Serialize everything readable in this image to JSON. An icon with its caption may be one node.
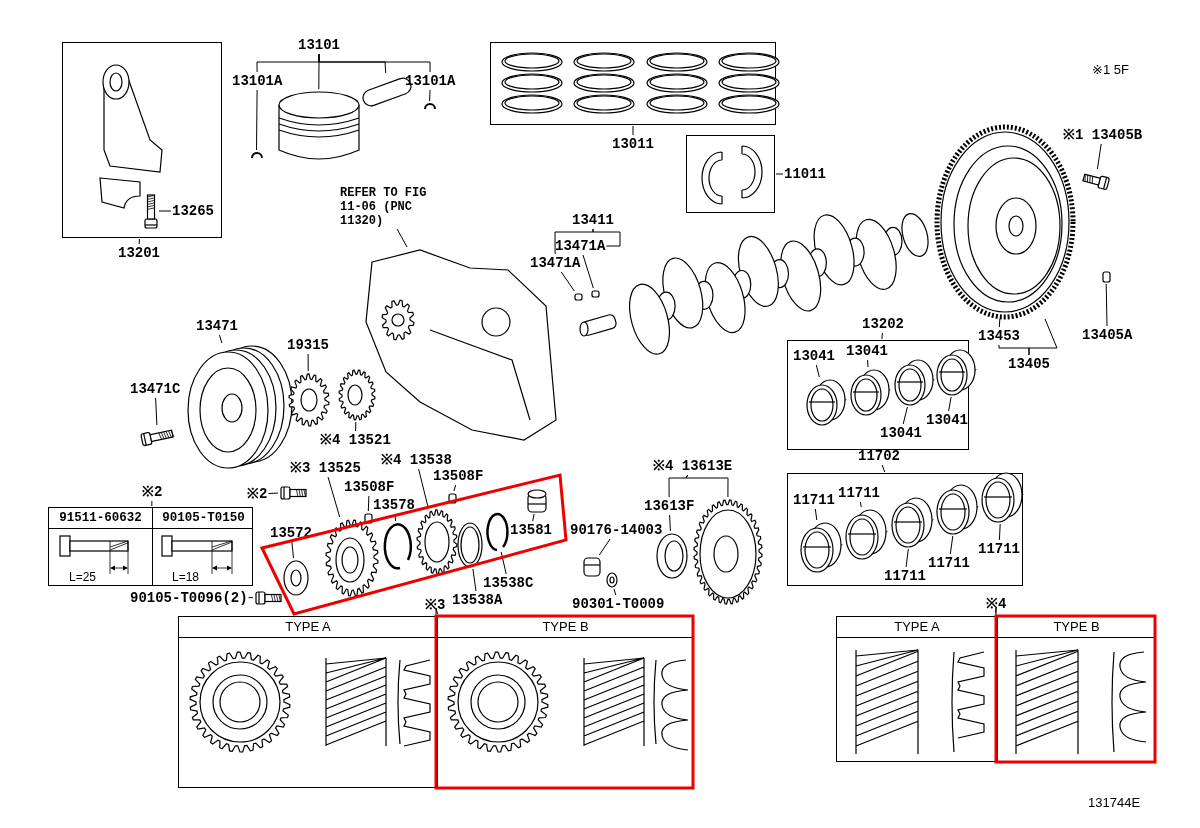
{
  "diagram": {
    "nodes": [
      {
        "text": [],
        "shape": "box"
      },
      {
        "text": [
          "13265"
        ],
        "in": 0
      },
      {
        "text": [
          "13201"
        ]
      },
      {
        "text": [
          "13101"
        ]
      },
      {
        "text": [
          "13101A"
        ]
      },
      {
        "text": [
          "13101A"
        ]
      },
      {
        "text": [
          "REFER TO FIG 11-06 (PNC 11320)"
        ]
      },
      {
        "text": [],
        "shape": "box"
      },
      {
        "text": [
          "13011"
        ]
      },
      {
        "text": [],
        "shape": "box"
      },
      {
        "text": [
          "11011"
        ]
      },
      {
        "text": [
          "13411"
        ]
      },
      {
        "text": [
          "13471A"
        ]
      },
      {
        "text": [
          "13471A"
        ]
      },
      {
        "text": [
          "※1 13405B"
        ]
      },
      {
        "text": [
          "13453"
        ]
      },
      {
        "text": [
          "13405A"
        ]
      },
      {
        "text": [
          "13405"
        ]
      },
      {
        "text": [
          "13202"
        ]
      },
      {
        "text": [],
        "shape": "box"
      },
      {
        "text": [
          "13041"
        ],
        "in": 19
      },
      {
        "text": [
          "13041"
        ],
        "in": 19
      },
      {
        "text": [
          "13041"
        ],
        "in": 19
      },
      {
        "text": [
          "13041"
        ],
        "in": 19
      },
      {
        "text": [
          "11702"
        ]
      },
      {
        "text": [],
        "shape": "box"
      },
      {
        "text": [
          "11711"
        ],
        "in": 25
      },
      {
        "text": [
          "11711"
        ],
        "in": 25
      },
      {
        "text": [
          "11711"
        ],
        "in": 25
      },
      {
        "text": [
          "11711"
        ],
        "in": 25
      },
      {
        "text": [
          "11711"
        ],
        "in": 25
      },
      {
        "text": [
          "13471"
        ]
      },
      {
        "text": [
          "13471C"
        ]
      },
      {
        "text": [
          "19315"
        ]
      },
      {
        "text": [
          "※4 13521"
        ]
      },
      {
        "text": [
          "※3 13525"
        ]
      },
      {
        "text": [
          "※4 13538"
        ]
      },
      {
        "text": [
          "13508F"
        ]
      },
      {
        "text": [
          "13508F"
        ]
      },
      {
        "text": [
          "13578"
        ]
      },
      {
        "text": [
          "13572"
        ]
      },
      {
        "text": [
          "※2"
        ]
      },
      {
        "text": [
          "13581"
        ]
      },
      {
        "text": [
          "13538C"
        ]
      },
      {
        "text": [
          "13538A"
        ]
      },
      {
        "text": [
          "90176-14003"
        ]
      },
      {
        "text": [
          "※4 13613E"
        ]
      },
      {
        "text": [
          "13613F"
        ]
      },
      {
        "text": [
          "90301-T0009"
        ]
      },
      {
        "text": [
          "※2"
        ]
      },
      {
        "text": [
          "91511-60632",
          "90105-T0150",
          "L=25",
          "L=18"
        ]
      },
      {
        "text": [
          "90105-T0096(2)"
        ]
      },
      {
        "text": [
          "※3"
        ]
      },
      {
        "text": [
          "TYPE A",
          "TYPE B"
        ]
      },
      {
        "text": [
          "※4"
        ]
      },
      {
        "text": [
          "TYPE A",
          "TYPE B"
        ]
      },
      {
        "text": [],
        "shape": "picture",
        "in": 0
      },
      {
        "text": [],
        "shape": "picture",
        "in": 0
      },
      {
        "text": [],
        "shape": "picture"
      },
      {
        "text": [],
        "shape": "cylinder"
      },
      {
        "text": [],
        "shape": "picture"
      },
      {
        "text": [],
        "shape": "picture"
      },
      {
        "text": [],
        "shape": "picture",
        "in": 7
      },
      {
        "text": [],
        "shape": "picture",
        "in": 9
      },
      {
        "text": [],
        "shape": "picture"
      },
      {
        "text": [],
        "shape": "picture"
      },
      {
        "text": [],
        "shape": "picture"
      },
      {
        "text": [],
        "shape": "cylinder"
      },
      {
        "text": [],
        "shape": "cylinder",
        "in": 19
      },
      {
        "text": [],
        "shape": "cylinder",
        "in": 19
      },
      {
        "text": [],
        "shape": "cylinder",
        "in": 19
      },
      {
        "text": [],
        "shape": "cylinder",
        "in": 19
      },
      {
        "text": [],
        "shape": "cylinder",
        "in": 25
      },
      {
        "text": [],
        "shape": "cylinder",
        "in": 25
      },
      {
        "text": [],
        "shape": "cylinder",
        "in": 25
      },
      {
        "text": [],
        "shape": "cylinder",
        "in": 25
      },
      {
        "text": [],
        "shape": "cylinder",
        "in": 25
      },
      {
        "text": [],
        "shape": "picture"
      },
      {
        "text": [],
        "shape": "picture"
      },
      {
        "text": [],
        "shape": "picture"
      },
      {
        "text": [],
        "shape": "picture"
      },
      {
        "text": [],
        "shape": "picture"
      },
      {
        "text": [],
        "shape": "picture"
      },
      {
        "text": [],
        "shape": "picture"
      },
      {
        "text": [],
        "shape": "cylinder"
      },
      {
        "text": [],
        "shape": "cylinder"
      },
      {
        "text": [],
        "shape": "picture"
      },
      {
        "text": [],
        "shape": "picture"
      },
      {
        "text": [],
        "shape": "picture"
      },
      {
        "text": [],
        "shape": "picture"
      },
      {
        "text": [],
        "shape": "picture"
      },
      {
        "text": [],
        "shape": "picture"
      },
      {
        "text": [],
        "shape": "picture"
      },
      {
        "text": [],
        "shape": "picture"
      },
      {
        "text": [],
        "shape": "picture"
      },
      {
        "text": [],
        "shape": "picture"
      },
      {
        "text": [],
        "shape": "box"
      },
      {
        "text": [],
        "shape": "box"
      }
    ],
    "edges": [
      {
        "from": 1,
        "to": 57,
        "arrow": "none"
      },
      {
        "from": 2,
        "to": 0,
        "arrow": "none"
      },
      {
        "from": 3,
        "to": 4,
        "arrow": "none"
      },
      {
        "from": 3,
        "to": 58,
        "arrow": "none"
      },
      {
        "from": 3,
        "to": 59,
        "arrow": "none"
      },
      {
        "from": 3,
        "to": 5,
        "arrow": "none"
      },
      {
        "from": 4,
        "to": 60,
        "arrow": "none"
      },
      {
        "from": 5,
        "to": 61,
        "arrow": "none"
      },
      {
        "from": 6,
        "to": 64,
        "arrow": "none"
      },
      {
        "from": 8,
        "to": 7,
        "arrow": "none"
      },
      {
        "from": 10,
        "to": 9,
        "arrow": "none"
      },
      {
        "from": 11,
        "to": 12,
        "arrow": "none"
      },
      {
        "from": 11,
        "to": 13,
        "arrow": "none"
      },
      {
        "from": 12,
        "to": 96,
        "arrow": "none"
      },
      {
        "from": 13,
        "to": 97,
        "arrow": "none"
      },
      {
        "from": 14,
        "to": 66,
        "arrow": "none"
      },
      {
        "from": 15,
        "to": 65,
        "arrow": "none"
      },
      {
        "from": 17,
        "to": 15,
        "arrow": "none"
      },
      {
        "from": 17,
        "to": 65,
        "arrow": "none"
      },
      {
        "from": 16,
        "to": 67,
        "arrow": "none"
      },
      {
        "from": 18,
        "to": 19,
        "arrow": "none"
      },
      {
        "from": 20,
        "to": 68,
        "arrow": "none"
      },
      {
        "from": 21,
        "to": 69,
        "arrow": "none"
      },
      {
        "from": 22,
        "to": 70,
        "arrow": "none"
      },
      {
        "from": 23,
        "to": 71,
        "arrow": "none"
      },
      {
        "from": 24,
        "to": 25,
        "arrow": "none"
      },
      {
        "from": 26,
        "to": 72,
        "arrow": "none"
      },
      {
        "from": 27,
        "to": 73,
        "arrow": "none"
      },
      {
        "from": 28,
        "to": 74,
        "arrow": "none"
      },
      {
        "from": 29,
        "to": 75,
        "arrow": "none"
      },
      {
        "from": 30,
        "to": 76,
        "arrow": "none"
      },
      {
        "from": 31,
        "to": 77,
        "arrow": "none"
      },
      {
        "from": 32,
        "to": 78,
        "arrow": "none"
      },
      {
        "from": 33,
        "to": 79,
        "arrow": "none"
      },
      {
        "from": 34,
        "to": 80,
        "arrow": "none"
      },
      {
        "from": 35,
        "to": 83,
        "arrow": "none"
      },
      {
        "from": 36,
        "to": 87,
        "arrow": "none"
      },
      {
        "from": 37,
        "to": 84,
        "arrow": "none"
      },
      {
        "from": 38,
        "to": 85,
        "arrow": "none"
      },
      {
        "from": 39,
        "to": 86,
        "arrow": "none"
      },
      {
        "from": 40,
        "to": 82,
        "arrow": "none"
      },
      {
        "from": 41,
        "to": 81,
        "arrow": "none"
      },
      {
        "from": 42,
        "to": 90,
        "arrow": "none"
      },
      {
        "from": 43,
        "to": 89,
        "arrow": "none"
      },
      {
        "from": 44,
        "to": 88,
        "arrow": "none"
      },
      {
        "from": 45,
        "to": 91,
        "arrow": "none"
      },
      {
        "from": 46,
        "to": 47,
        "arrow": "none"
      },
      {
        "from": 46,
        "to": 94,
        "arrow": "none"
      },
      {
        "from": 47,
        "to": 93,
        "arrow": "none"
      },
      {
        "from": 48,
        "to": 92,
        "arrow": "none"
      },
      {
        "from": 49,
        "to": 50,
        "arrow": "none"
      },
      {
        "from": 51,
        "to": 95,
        "arrow": "none"
      },
      {
        "from": 52,
        "to": 53,
        "arrow": "none"
      },
      {
        "from": 54,
        "to": 55,
        "arrow": "none"
      }
    ],
    "labels": [
      "※1 5F",
      "131744E"
    ]
  }
}
